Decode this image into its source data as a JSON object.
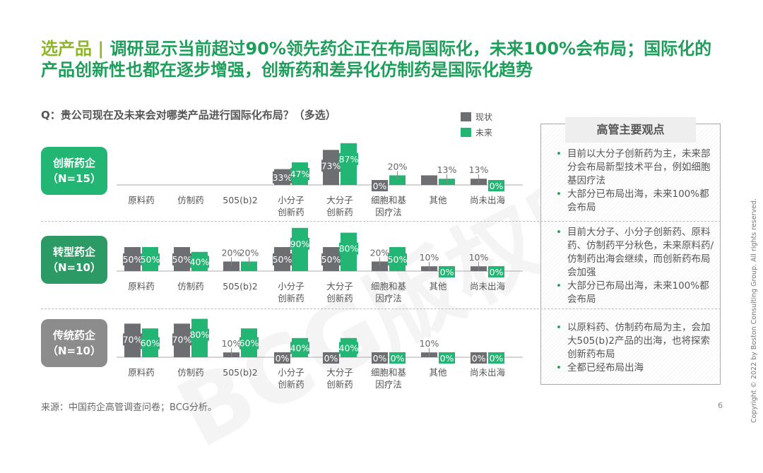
{
  "title": {
    "lead": "选产品 | ",
    "text": "调研显示当前超过90%领先药企正在布局国际化，未来100%会布局；国际化的产品创新性也都在逐步增强，创新药和差异化仿制药是国际化趋势"
  },
  "question": "Q：贵公司现在及未来会对哪类产品进行国际化布局？（多选）",
  "legend": {
    "current": "现状",
    "future": "未来"
  },
  "colors": {
    "current": "#6d6e71",
    "future": "#22b573",
    "pill1": "#22b573",
    "pill2": "#2b9a64",
    "pill3": "#8c8c8c"
  },
  "chart_data": {
    "type": "bar",
    "categories": [
      "原料药",
      "仿制药",
      "505(b)2",
      "小分子\n创新药",
      "大分子\n创新药",
      "细胞和基\n因疗法",
      "其他",
      "尚未出海"
    ],
    "groups": [
      {
        "name": "创新药企",
        "n": "（N=15）",
        "series": [
          {
            "name": "现状",
            "values": [
              null,
              null,
              null,
              33,
              73,
              0,
              20,
              13
            ],
            "labels": [
              "",
              "",
              "",
              "33%",
              "73%",
              "0%",
              "",
              "13%"
            ]
          },
          {
            "name": "未来",
            "values": [
              null,
              null,
              null,
              47,
              87,
              20,
              13,
              0
            ],
            "labels": [
              "",
              "",
              "",
              "47%",
              "87%",
              "20%",
              "13%",
              "0%"
            ]
          }
        ]
      },
      {
        "name": "转型药企",
        "n": "（N=10）",
        "series": [
          {
            "name": "现状",
            "values": [
              50,
              50,
              20,
              50,
              50,
              20,
              10,
              10
            ],
            "labels": [
              "50%",
              "50%",
              "20%",
              "50%",
              "50%",
              "20%",
              "10%",
              "10%"
            ]
          },
          {
            "name": "未来",
            "values": [
              50,
              40,
              20,
              90,
              80,
              50,
              0,
              0
            ],
            "labels": [
              "50%",
              "40%",
              "20%",
              "90%",
              "80%",
              "50%",
              "0%",
              "0%"
            ]
          }
        ]
      },
      {
        "name": "传统药企",
        "n": "（N=10）",
        "series": [
          {
            "name": "现状",
            "values": [
              70,
              70,
              10,
              0,
              0,
              0,
              10,
              0
            ],
            "labels": [
              "70%",
              "70%",
              "10%",
              "0%",
              "0%",
              "0%",
              "10%",
              "0%"
            ]
          },
          {
            "name": "未来",
            "values": [
              60,
              80,
              60,
              40,
              40,
              0,
              0,
              0
            ],
            "labels": [
              "60%",
              "80%",
              "60%",
              "40%",
              "40%",
              "0%",
              "0%",
              "0%"
            ]
          }
        ]
      }
    ],
    "ylim": [
      0,
      100
    ]
  },
  "panel": {
    "title": "高管主要观点",
    "sections": [
      [
        "目前以大分子创新药为主，未来部分会布局新型技术平台，例如细胞基因疗法",
        "大部分已布局出海，未来100%都会布局"
      ],
      [
        "目前大分子、小分子创新药、原料药、仿制药平分秋色，未来原料药/仿制药出海会继续，而创新药布局会加强",
        "大部分已布局出海，未来100%都会布局"
      ],
      [
        "以原料药、仿制药布局为主，会加大505(b)2产品的出海，也将探索创新药布局",
        "全都已经布局出海"
      ]
    ]
  },
  "source": "来源：中国药企高管调查问卷；BCG分析。",
  "page_number": "6",
  "copyright": "Copyright © 2022 by Boston Consulting Group. All rights reserved.",
  "watermark": "BCG版权所有"
}
